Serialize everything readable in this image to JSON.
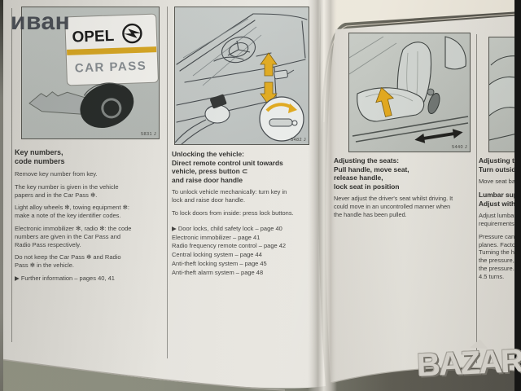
{
  "watermarks": {
    "top_left": "иван",
    "bottom_right": "BAZAR"
  },
  "left_page": {
    "key_numbers": {
      "figure": {
        "brand": "OPEL",
        "card_title": "CAR PASS",
        "figure_number": "5831 J"
      },
      "heading": "Key numbers,\ncode numbers",
      "paragraphs": [
        "Remove key number from key.",
        "The key number is given in the vehicle\npapers and in the Car Pass ✻.",
        "Light alloy wheels ✻, towing equipment ✻:\nmake a note of the key identifier codes.",
        "Electronic immobilizer ✻, radio ✻: the code\nnumbers are given in the Car Pass and\nRadio Pass respectively.",
        "Do not keep the Car Pass ✻ and Radio\nPass ✻ in the vehicle."
      ],
      "reference": "▶ Further information – pages 40, 41"
    },
    "unlocking": {
      "figure": {
        "figure_number": "5482 J"
      },
      "heading": "Unlocking the vehicle:\nDirect remote control unit towards\nvehicle, press button ⊂\nand raise door handle",
      "paragraphs": [
        "To unlock vehicle mechanically: turn key in\nlock and raise door handle.",
        "To lock doors from inside: press lock buttons."
      ],
      "references": [
        "▶ Door locks, child safety lock – page 40",
        "Electronic immobilizer – page 41",
        "Radio frequency remote control – page 42",
        "Central locking system – page 44",
        "Anti-theft locking system – page 45",
        "Anti-theft alarm system – page 48"
      ]
    }
  },
  "right_page": {
    "adjusting_seats": {
      "figure": {
        "figure_number": "5440 J"
      },
      "heading": "Adjusting the seats:\nPull handle, move seat,\nrelease handle,\nlock seat in position",
      "paragraphs": [
        "Never adjust the driver's seat whilst driving. It\ncould move in an uncontrolled manner when\nthe handle has been pulled."
      ]
    },
    "adjusting_partial": {
      "heading": "Adjusting th\nTurn outside",
      "paragraph_1": "Move seat bac",
      "heading_2": "Lumbar sup\nAdjust with t",
      "paragraph_2": "Adjust lumbar\nrequirements.",
      "paragraph_3": "Pressure can b\nplanes. Factory\nTurning the ha\nthe pressure, t\nthe pressure. T\n4.5 turns."
    }
  },
  "colors": {
    "accent_gold": "#d5a31c",
    "paper": "#e4e2db",
    "panel_grey": "#bfc4c0",
    "table_surface": "#84867a"
  }
}
